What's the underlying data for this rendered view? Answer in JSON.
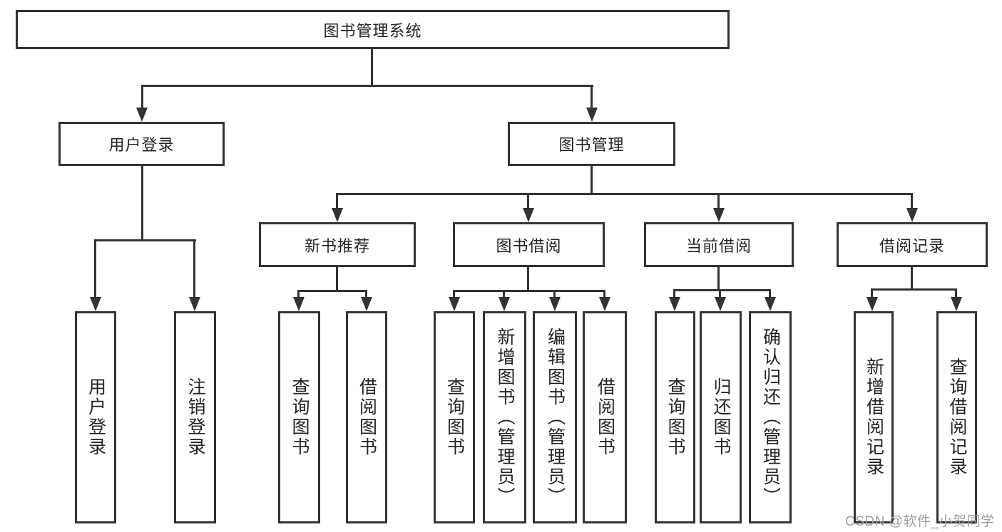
{
  "diagram": {
    "type": "hierarchy-tree",
    "colors": {
      "background": "#ffffff",
      "line": "#333333",
      "box_border": "#333333",
      "text": "#222428",
      "watermark": "#9e9e9e"
    },
    "hierarchy": {
      "root": {
        "label": "图书管理系统"
      },
      "level2": [
        {
          "label": "用户登录",
          "children": [
            {
              "label": "用户登录"
            },
            {
              "label": "注销登录"
            }
          ]
        },
        {
          "label": "图书管理",
          "children": [
            {
              "label": "新书推荐",
              "children": [
                {
                  "label": "查询图书"
                },
                {
                  "label": "借阅图书"
                }
              ]
            },
            {
              "label": "图书借阅",
              "children": [
                {
                  "label": "查询图书"
                },
                {
                  "label": "新增图书（管理员）"
                },
                {
                  "label": "编辑图书（管理员）"
                },
                {
                  "label": "借阅图书"
                }
              ]
            },
            {
              "label": "当前借阅",
              "children": [
                {
                  "label": "查询图书"
                },
                {
                  "label": "归还图书"
                },
                {
                  "label": "确认归还（管理员）"
                }
              ]
            },
            {
              "label": "借阅记录",
              "children": [
                {
                  "label": "新增借阅记录"
                },
                {
                  "label": "查询借阅记录"
                }
              ]
            }
          ]
        }
      ]
    },
    "watermark": {
      "text": "CSDN @软件_小贺同学"
    }
  }
}
